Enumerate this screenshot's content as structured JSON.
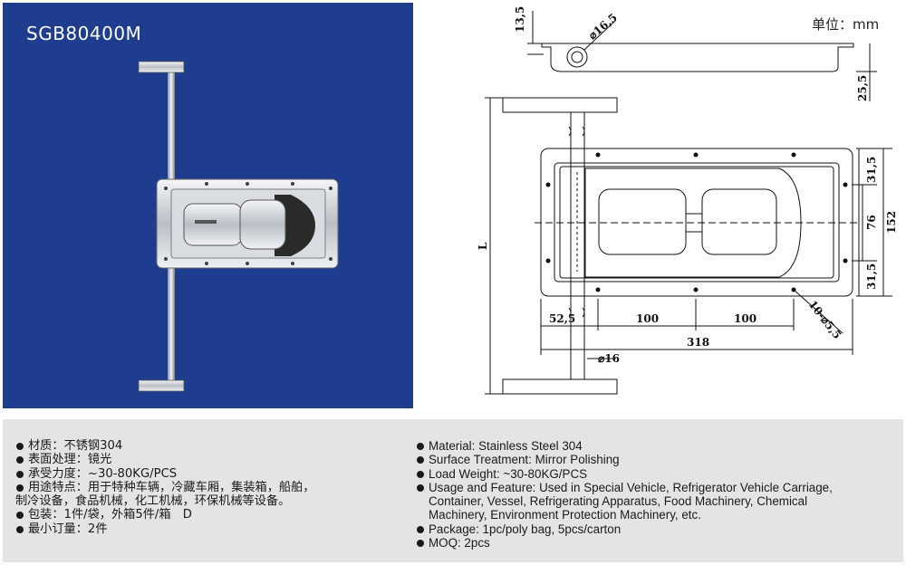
{
  "photo": {
    "model_code": "SGB80400M"
  },
  "drawing": {
    "unit_label": "单位：mm",
    "dimensions": {
      "d_13_5": "13,5",
      "d_phi_16_5": "⌀16,5",
      "d_25_5": "25,5",
      "d_L": "L",
      "d_31_5_top": "31,5",
      "d_76": "76",
      "d_152": "152",
      "d_31_5_bottom": "31,5",
      "d_10_phi_5_5": "10-⌀5,5",
      "d_52_5": "52,5",
      "d_100_a": "100",
      "d_100_b": "100",
      "d_318": "318",
      "d_phi_16": "⌀16"
    }
  },
  "specs_cn": [
    "材质：不锈钢304",
    "表面处理：镜光",
    "承受力度：~30-80KG/PCS",
    "用途特点：用于特种车辆，冷藏车厢，集装箱，船舶，",
    "制冷设备，食品机械，化工机械，环保机械等设备。",
    "包装：1件/袋，外箱5件/箱　D",
    "最小订量：2件"
  ],
  "specs_en": [
    "Material: Stainless Steel 304",
    "Surface Treatment: Mirror Polishing",
    "Load Weight: ~30-80KG/PCS",
    "Usage and Feature: Used in Special Vehicle, Refrigerator Vehicle Carriage,",
    "Container, Vessel, Refrigerating Apparatus, Food Machinery, Chemical",
    "Machinery, Environment Protection Machinery, etc.",
    "Package: 1pc/poly bag, 5pcs/carton",
    "MOQ: 2pcs"
  ]
}
